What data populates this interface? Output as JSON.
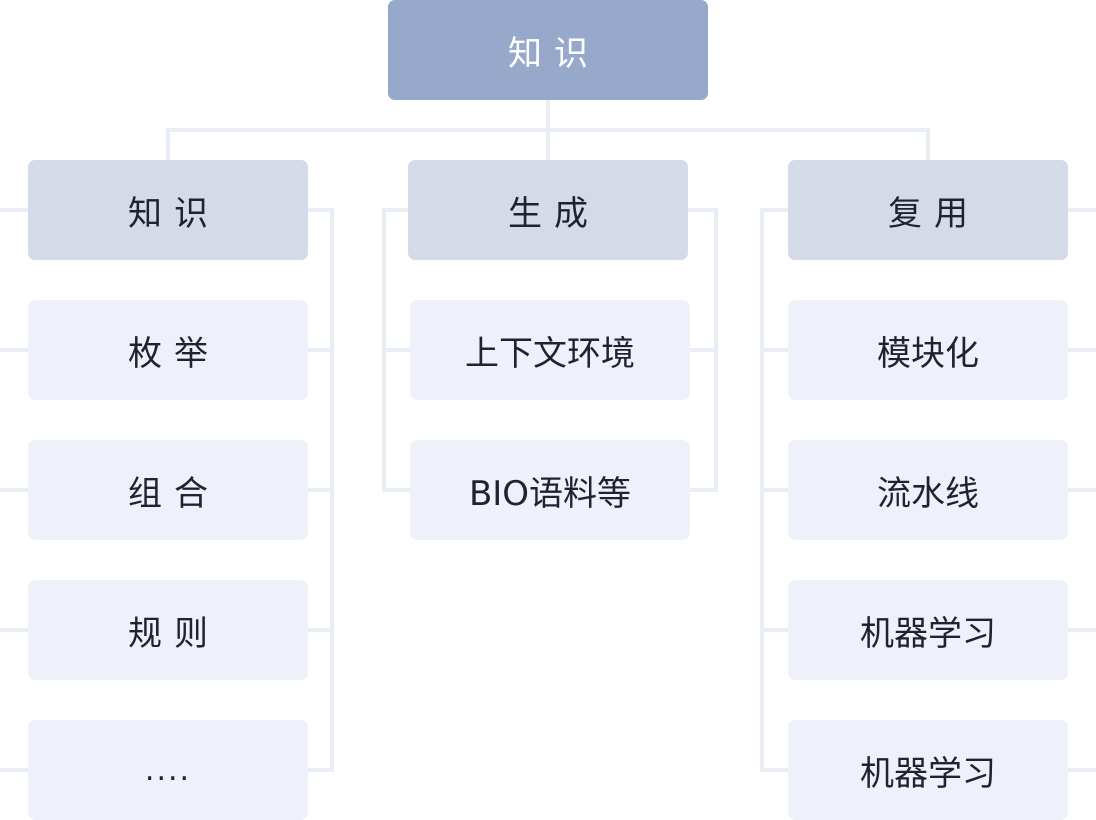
{
  "root": {
    "label": "知识"
  },
  "columns": [
    {
      "title": "知识",
      "items": [
        "枚举",
        "组合",
        "规则",
        "...."
      ]
    },
    {
      "title": "生成",
      "items": [
        "上下文环境",
        "BIO语料等"
      ]
    },
    {
      "title": "复用",
      "items": [
        "模块化",
        "流水线",
        "机器学习",
        "机器学习"
      ]
    }
  ],
  "colors": {
    "root_fill": "#97a9cb",
    "head_fill": "#d5dae9",
    "leaf_fill": "#eef1fa",
    "connector": "#e9edf5"
  }
}
